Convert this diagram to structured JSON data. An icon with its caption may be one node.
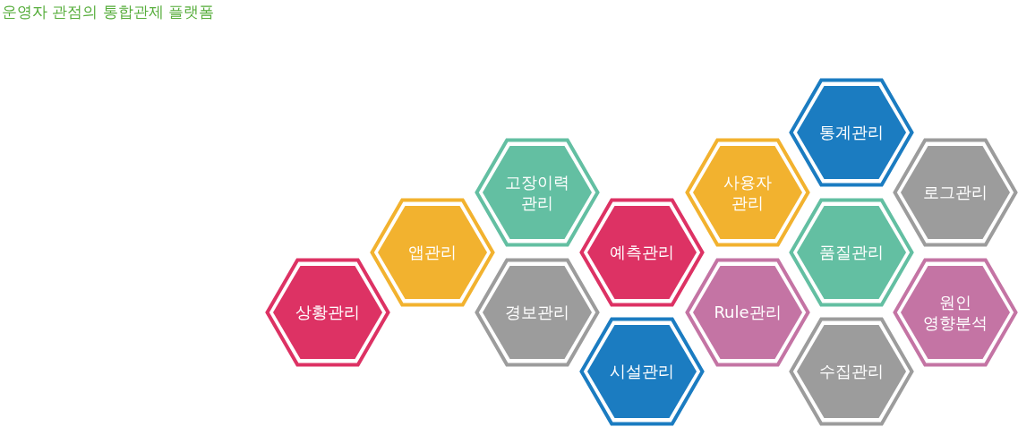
{
  "diagram": {
    "title": "운영자 관점의 통합관제 플랫폼",
    "nodes": [
      {
        "text": [
          "상황관리"
        ]
      },
      {
        "text": [
          "앱관리"
        ]
      },
      {
        "text": [
          "고장이력 관리"
        ]
      },
      {
        "text": [
          "경보관리"
        ]
      },
      {
        "text": [
          "예측관리"
        ]
      },
      {
        "text": [
          "시설관리"
        ]
      },
      {
        "text": [
          "사용자 관리"
        ]
      },
      {
        "text": [
          "Rule관리"
        ]
      },
      {
        "text": [
          "통계관리"
        ]
      },
      {
        "text": [
          "품질관리"
        ]
      },
      {
        "text": [
          "수집관리"
        ]
      },
      {
        "text": [
          "로그관리"
        ]
      },
      {
        "text": [
          "원인 영향분석"
        ]
      }
    ]
  }
}
